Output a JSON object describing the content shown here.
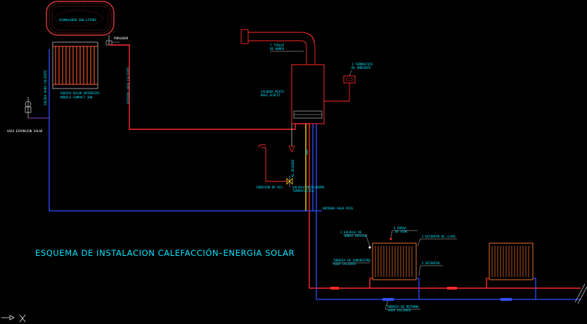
{
  "title": "ESQUEMA DE INSTALACION CALEFACCIÓN–ENERGIA SOLAR",
  "labels": {
    "acumulador": "ACUMULADOR 300 LITROS",
    "purgador": "PURGADOR",
    "equipo_solar_1": "EQUIPO SOLAR ANTERGIAS",
    "equipo_solar_2": "MODELO COMPACT 300",
    "salida_agua": "SALIDA AGUA CALIENTE",
    "entrada_agua": "ENTRADA AGUA CALIENTE",
    "vaso": "VASO EXPANSION SOLAR",
    "tiraje_1": "7 TIRAJE",
    "tiraje_2": "DE HUMOS",
    "termostato_1": "1 TERMOSTATO",
    "termostato_2": "DE AMBIENTE",
    "caldera_1": "CALDERA MIXTA",
    "caldera_2": "BAXI ECOFIT",
    "gas": "GAS",
    "desague": "AL DESAGUE",
    "conexion_aca": "CONEXION DE ACS",
    "valvula_1": "VALVULA MEZCLADORA",
    "valvula_2": "TERMOSTATICA",
    "entrada_fria": "ENTRADA AGUA FRIA",
    "v_reglaje_1": "3 VALVULA DE",
    "v_reglaje_2": "DOBLE REGLAJE",
    "purga_1": "4 PURGA",
    "purga_2": "DE AIRE",
    "detentor_llave": "2 DETENTOR DE LLAVE",
    "suministro_1": "TUBERIA DE SUMINISTRO",
    "suministro_2": "AGUA CALIENTE",
    "detentor": "5 DETENTOR",
    "retorno_1": "TUBERIA DE RETORNO",
    "retorno_2": "AGUA CALIENTE"
  },
  "colors": {
    "background": "#000000",
    "supply_pipe": "#ff2a2a",
    "return_pipe": "#3050ff",
    "label": "#00e5ff",
    "gas_line": "#ffd200",
    "radiator": "#ff7a2a",
    "collector_frame": "#ff4040",
    "solar_panel": "#ff5a2a",
    "fixture": "#ffffff"
  },
  "icons": {
    "ucs": "ucs-axis-icon",
    "expansion": "expansion-vessel-icon"
  }
}
